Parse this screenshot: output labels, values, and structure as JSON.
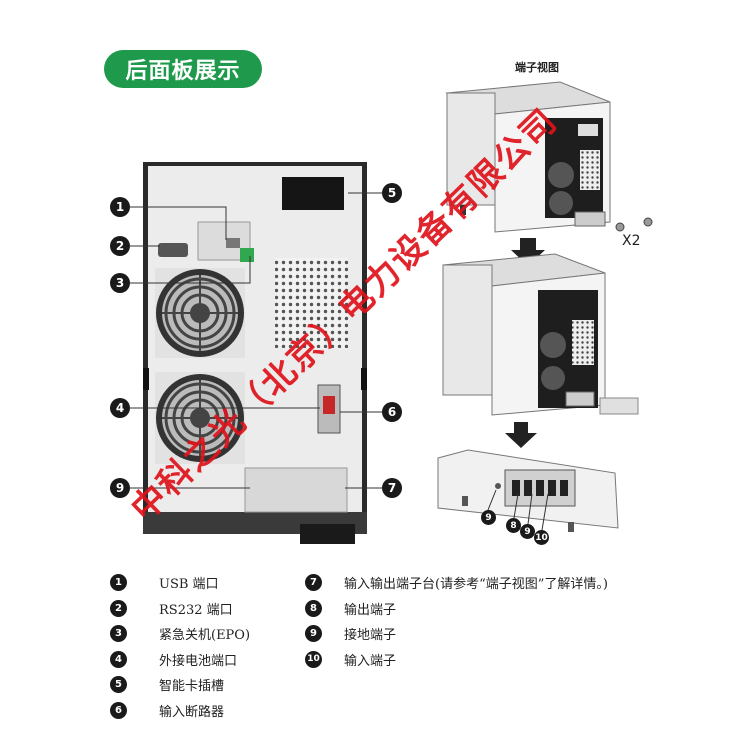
{
  "header": {
    "title": "后面板展示"
  },
  "terminal_view": {
    "title": "端子视图",
    "x2_label": "X2"
  },
  "callouts": {
    "c1": "1",
    "c2": "2",
    "c3": "3",
    "c4": "4",
    "c5": "5",
    "c6": "6",
    "c7": "7",
    "c9": "9",
    "d9": "9",
    "d8": "8",
    "d10": "10"
  },
  "legend": [
    {
      "num": "1",
      "label": "USB  端口"
    },
    {
      "num": "2",
      "label": "RS232 端口"
    },
    {
      "num": "3",
      "label": "紧急关机(EPO)"
    },
    {
      "num": "4",
      "label": "外接电池端口"
    },
    {
      "num": "5",
      "label": "智能卡插槽"
    },
    {
      "num": "6",
      "label": "输入断路器"
    },
    {
      "num": "7",
      "label": "输入输出端子台(请参考“端子视图”了解详情。)"
    },
    {
      "num": "8",
      "label": "输出端子"
    },
    {
      "num": "9",
      "label": "接地端子"
    },
    {
      "num": "10",
      "label": "输入端子"
    }
  ],
  "watermark": {
    "text": "中科之光（北京）电力设备有限公司"
  },
  "colors": {
    "accent_green": "#1f9a4c",
    "watermark_red": "#e0131b"
  }
}
